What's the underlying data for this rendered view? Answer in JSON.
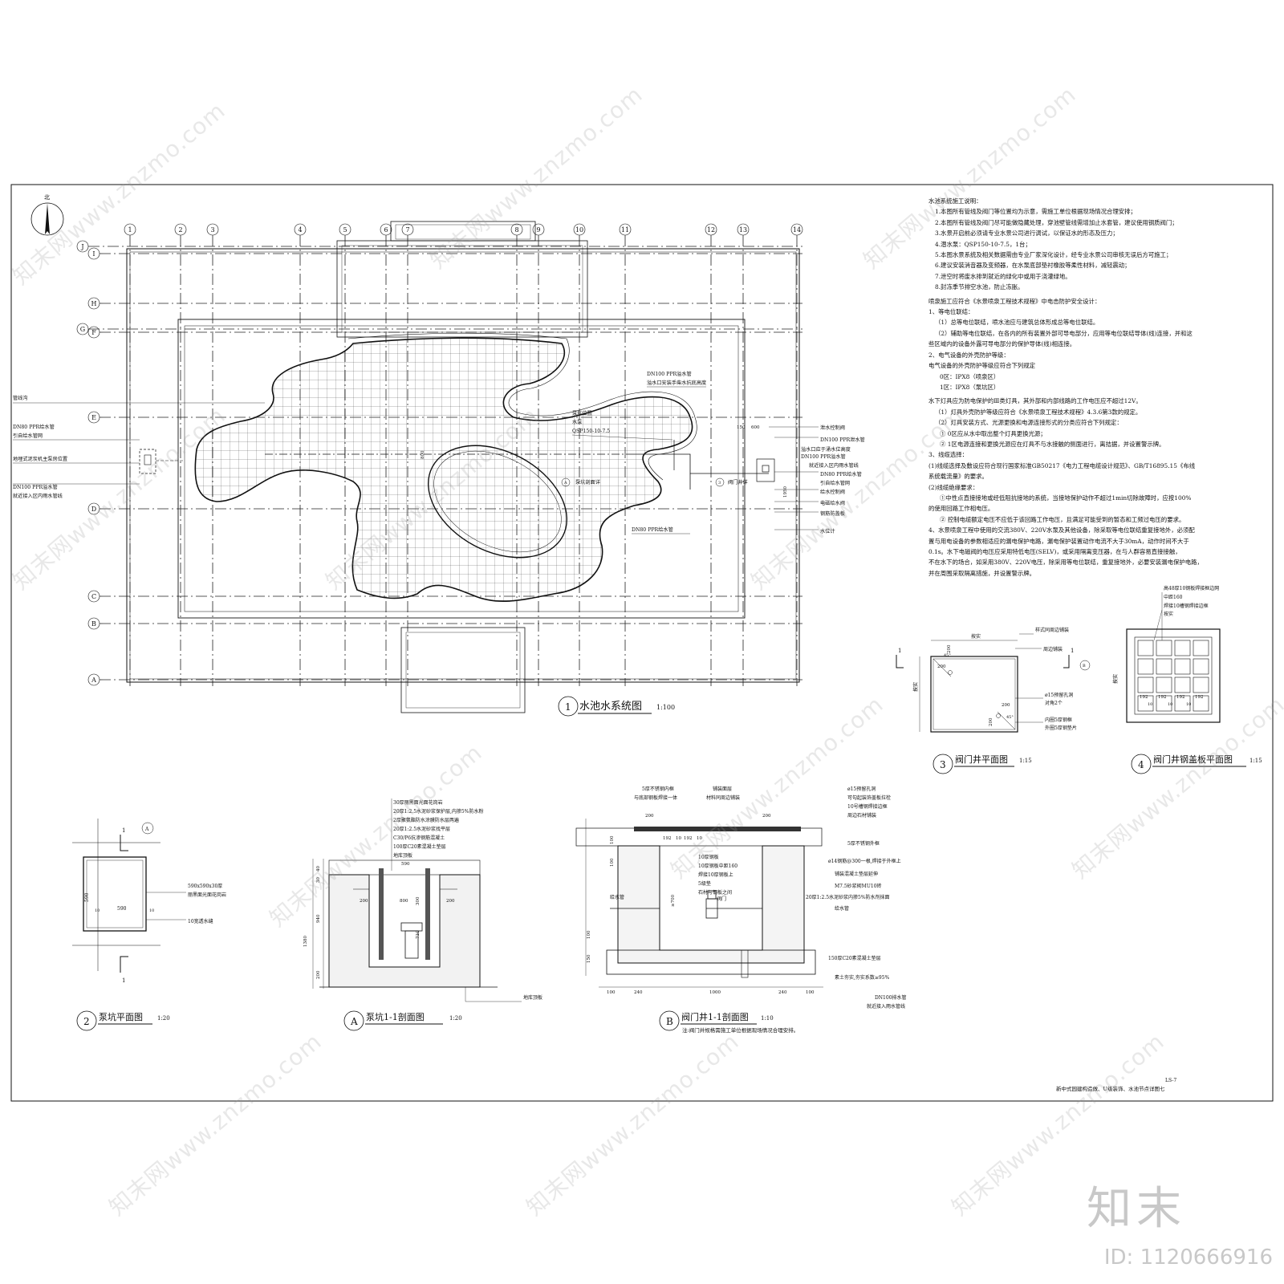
{
  "drawing": {
    "north_label": "北",
    "axis_cols": [
      "1",
      "2",
      "3",
      "4",
      "5",
      "6",
      "7",
      "8",
      "9",
      "10",
      "11",
      "12",
      "13",
      "14"
    ],
    "axis_rows": [
      "J",
      "I",
      "H",
      "G",
      "F",
      "E",
      "D",
      "C",
      "B",
      "A"
    ],
    "plan_title": "水池水系统图",
    "plan_scale": "1:100",
    "plan_number": "1",
    "plan_labels": {
      "left_1": "管线沟",
      "left_2": "DN80 PPR给水管",
      "left_3": "引自给水管网",
      "left_4": "地埋式泥炭机主泵房位置",
      "left_5": "DN100 PPR溢水管",
      "left_6": "就近接入区内雨水管线",
      "top_1": "DN100 PPR溢水管",
      "top_2": "溢水口安装手柴水抗底高度",
      "pump_1": "泵坑位置",
      "pump_2": "水泵",
      "pump_3": "QSP150-10-7.5",
      "pump_pit": "泵坑剖面详",
      "valve_pit": "阀门井详",
      "dim_800": "800",
      "dim_150": "150",
      "dim_600": "600",
      "dim_1950": "1950",
      "bottom_pipe": "DN80 PPR给水管",
      "right_1": "泄水控制阀",
      "right_2": "DN100 PPR泄水管",
      "right_3": "溢水口应于涌水位高度",
      "right_4": "DN100 PPR溢水管",
      "right_5": "就近接入区内雨水管线",
      "right_6": "DN80 PPR给水管",
      "right_7": "引自给水管网",
      "right_8": "给水控制阀",
      "right_9": "电磁给水阀",
      "right_10": "钢筋防盖板",
      "right_11": "水位计"
    }
  },
  "notes": {
    "title": "水池系统施工说明：",
    "items": [
      "1.本图所有管线及阀门等位置均为示意，需施工单位根据现场情况合理安排；",
      "2.本图所有管线及阀门尽可能做隐藏处理，穿池壁管线需增加止水套管，建议使用钢质阀门；",
      "3.水景开启前必须请专业水景公司进行调试，以保证水的形态及压力；",
      "4.潜水泵：QSP150-10-7.5，1台；",
      "5.本图水景系统及相关数据需由专业厂家深化设计，经专业水景公司审核无误后方可施工；",
      "6.建议安装消音器及变频器，在水泵底部垫衬橡胶等柔性材料，减轻震动；",
      "7.泄空时将废水排到就近的绿化中或用于浇灌绿地。",
      "8.封冻季节排空水池，防止冻胀。"
    ],
    "safety_title": "喷泉施工应符合《水景喷泉工程技术规程》中电击防护安全设计：",
    "safety": [
      "1、等电位联结：",
      "（1）总等电位联结，喷水池应与建筑总体形成总等电位联结。",
      "（2）辅助等电位联结，在各内的所有装置外部可导电部分，应用等电位联结导体(线)连接，并和这",
      "些区域内的设备外露可导电部分的保护导体(线)相连接。",
      "2、电气设备的外壳防护等级：",
      "电气设备的外壳防护等级应符合下列规定",
      "0区：IPX8（喷泉区）",
      "1区：IPX8（泵坑区）",
      "水下灯具应为防电保护的Ⅲ类灯具，其外部和内部线路的工作电压应不超过12V。",
      "（1）灯具外壳防护等级应符合《水景喷泉工程技术规程》4.3.6第3款的规定。",
      "（2）灯具安装方式、光源更换和电源连接形式的分类应符合下列规定：",
      "① 0区应从水中取出整个灯具更换光源；",
      "② 1区电源连接和更换光源应在灯具不与水接触的侧面进行，离拮据，并设置警示牌。",
      "3、线缆选择：",
      "(1)线缆选择及敷设应符合现行国家标准GB50217《电力工程电缆设计规范》、GB/T16895.15《布线",
      "系统载流量》的要求。",
      "(2)线缆绝缘要求：",
      "①中性点直接接地或经低阻抗接地的系统，当接地保护动作不超过1min切除故障时，应按100%",
      "的使用回路工作相电压。",
      "② 控制电缆额定电压不应低于该回路工作电压，且满足可能受到的暂态和工频过电压的要求。",
      "4、水景喷泉工程中使用的交流380V、220V水泵及其他设备，除采取等电位联结重复接地外，必须配",
      "置与用电设备的参数相适应的漏电保护电路，漏电保护装置动作电流不大于30mA，动作时间不大于",
      "0.1s。水下电磁阀的电压应采用特低电压(SELV)，或采用隔离变压器，在与人群容易直接接触，",
      "不在水下的场合，如采用380V、220V电压，除采用等电位联结，重复接地外，必要安装漏电保护电路，",
      "并在周围采取隔离措施，并设置警示牌。"
    ]
  },
  "detail2": {
    "title": "泵坑平面图",
    "scale": "1:20",
    "number": "2",
    "label_1": "590x590x30厚",
    "label_2": "丽黑面光面花岗岩",
    "label_3": "10宽透水缝",
    "dim_590": "590",
    "dim_10": "10",
    "section_mark": "1",
    "ref": "A"
  },
  "detailA": {
    "title": "泵坑1-1剖面图",
    "scale": "1:20",
    "number": "A",
    "layers": [
      "30厚丽黑面光面花岗岩",
      "20厚1:2.5水泥砂浆保护层,内掺5%防水粉",
      "2厚聚氨酯防水涂膜防水层两遍",
      "20厚1:2.5水泥砂浆找平层",
      "C30/P6抗渗钢筋混凝土",
      "100厚C20素混凝土垫层",
      "地库顶板"
    ],
    "bottom_label": "地库顶板",
    "dims": [
      "590",
      "800",
      "200",
      "200",
      "300",
      "710",
      "1380",
      "940",
      "200",
      "40",
      "30"
    ]
  },
  "detailB": {
    "title": "阀门井1-1剖面图",
    "scale": "1:10",
    "number": "B",
    "note": "注:阀门井规格需施工单位根据现场情况合理安排。",
    "labels": [
      "5厚不锈钢内框",
      "与底部钢板焊接一体",
      "铺装面层",
      "材料同周边铺装",
      "ø15预留孔洞",
      "可勾起装饰盖板拉栓",
      "10号槽钢焊接边框",
      "周边石材铺装",
      "10厚钢板",
      "10厚钢板中距160",
      "焊接10厚钢板上",
      "5级垫",
      "石材与钢板之间",
      "阀门",
      "5厚不锈钢外框",
      "ø14钢筋@300一根,焊接于外框上",
      "铺装混凝土垫层延伸",
      "M7.5砂浆砌MU10砖",
      "20厚1:2.5水泥砂浆内掺5%防水剂抹面",
      "给水管",
      "150厚C20素混凝土垫层",
      "素土夯实,夯实系数≥95%",
      "DN100排水管",
      "就近接入雨水管线"
    ],
    "dims": [
      "200",
      "200",
      "100",
      "192",
      "10",
      "192",
      "10",
      "100",
      "150",
      "240",
      "1000",
      "240",
      "100",
      "100",
      "≥700",
      "100"
    ],
    "left_label": "给水管"
  },
  "detail3": {
    "title": "阀门井平面图",
    "scale": "1:15",
    "number": "3",
    "labels": [
      "按实",
      "样式同周边铺装",
      "周边铺装",
      "ø15预留孔洞",
      "对角2个",
      "内圈5厚钢框",
      "外圈5厚钢垫片",
      "按实"
    ],
    "dims": [
      "200",
      "200",
      "200",
      "200",
      "45°",
      "45°"
    ],
    "section": "1",
    "ref": "B"
  },
  "detail4": {
    "title": "阀门井钢盖板平面图",
    "scale": "1:15",
    "number": "4",
    "labels": [
      "高48厚10钢板焊接框边网",
      "中距160",
      "焊接10槽钢焊接边框",
      "按实",
      "按实"
    ],
    "dims": [
      "192",
      "192",
      "192",
      "192",
      "10",
      "10",
      "10"
    ]
  },
  "footer": {
    "code": "LS-7",
    "sheet_title": "新中式园建构造做、U级装饰、水池节点详图七"
  },
  "watermark": {
    "text": "知末网www.znzmo.com",
    "logo": "知末",
    "id": "ID: 1120666916"
  }
}
